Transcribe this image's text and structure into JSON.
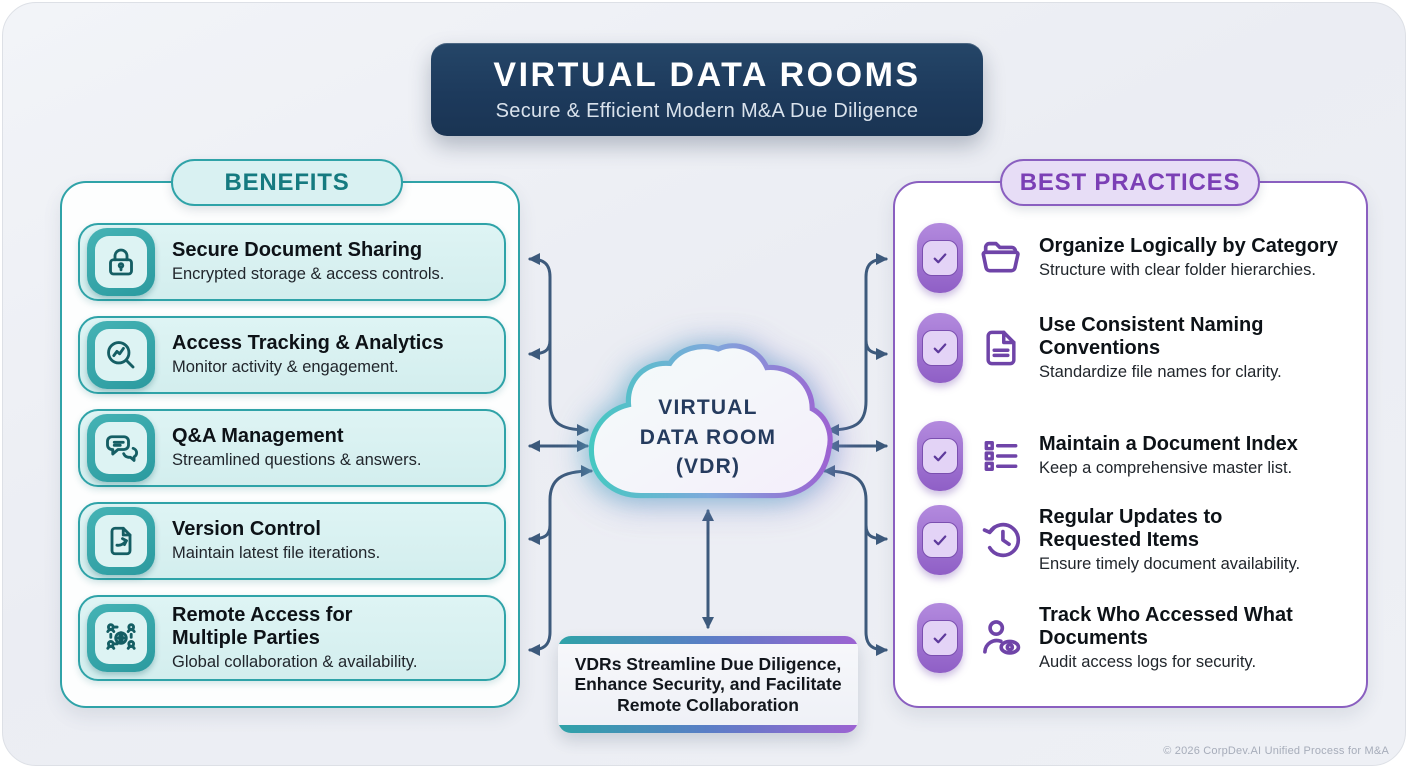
{
  "banner": {
    "title": "VIRTUAL DATA ROOMS",
    "subtitle": "Secure & Efficient Modern M&A Due Diligence"
  },
  "benefits": {
    "header": "BENEFITS",
    "items": [
      {
        "icon": "lock-icon",
        "title": "Secure Document Sharing",
        "desc": "Encrypted storage & access controls."
      },
      {
        "icon": "analytics-magnifier-icon",
        "title": "Access Tracking & Analytics",
        "desc": "Monitor activity & engagement."
      },
      {
        "icon": "chat-bubbles-icon",
        "title": "Q&A Management",
        "desc": "Streamlined questions & answers."
      },
      {
        "icon": "document-version-icon",
        "title": "Version Control",
        "desc": "Maintain latest file iterations."
      },
      {
        "icon": "global-network-icon",
        "title": "Remote Access for Multiple Parties",
        "desc": "Global collaboration & availability."
      }
    ]
  },
  "best_practices": {
    "header": "BEST PRACTICES",
    "items": [
      {
        "icon": "open-folder-icon",
        "title": "Organize Logically by Category",
        "desc": "Structure with clear folder hierarchies."
      },
      {
        "icon": "document-lines-icon",
        "title": "Use Consistent Naming Conventions",
        "desc": "Standardize file names for clarity."
      },
      {
        "icon": "document-index-icon",
        "title": "Maintain a Document Index",
        "desc": "Keep a comprehensive master list."
      },
      {
        "icon": "history-clock-icon",
        "title": "Regular Updates to Requested Items",
        "desc": "Ensure timely document availability."
      },
      {
        "icon": "user-eye-icon",
        "title": "Track Who Accessed What Documents",
        "desc": "Audit access logs for security."
      }
    ]
  },
  "cloud": {
    "line1": "VIRTUAL",
    "line2": "DATA ROOM",
    "line3": "(VDR)"
  },
  "summary": {
    "text": "VDRs Streamline Due Diligence, Enhance Security, and Facilitate Remote Collaboration"
  },
  "footer": {
    "copyright": "© 2026 CorpDev.AI Unified Process for M&A"
  },
  "colors": {
    "teal": "#2fa3a8",
    "teal_dark": "#157a80",
    "teal_light": "#d9f1f2",
    "purple": "#8a5fc0",
    "purple_dark": "#7b3fb5",
    "purple_light": "#e7ddf6",
    "navy": "#1d3a5c",
    "arrow": "#3d5a7c"
  }
}
